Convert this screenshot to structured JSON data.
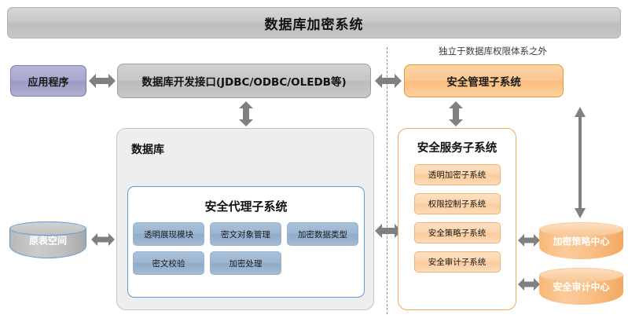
{
  "diagram": {
    "title": "数据库加密系统",
    "note": "独立于数据库权限体系之外",
    "app_box": "应用程序",
    "api_box": "数据库开发接口(JDBC/ODBC/OLEDB等)",
    "security_management": "安全管理子系统",
    "database_label": "数据库",
    "agent_subsystem": {
      "title": "安全代理子系统",
      "modules": [
        "透明展现模块",
        "密文对象管理",
        "加密数据类型",
        "密文校验",
        "加密处理"
      ]
    },
    "service_subsystem": {
      "title": "安全服务子系统",
      "items": [
        "透明加密子系统",
        "权限控制子系统",
        "安全策略子系统",
        "安全审计子系统"
      ]
    },
    "storage": {
      "source_tablespace": "原表空间",
      "policy_center": "加密策略中心",
      "audit_center": "安全审计中心"
    },
    "colors": {
      "title_bar": "#c6c6c6",
      "app_box": "#a9a9cf",
      "api_box": "#c6c6c6",
      "orange_accent": "#fabd7d",
      "orange_border": "#e8982f",
      "blue_module": "#9cb6d1",
      "blue_border": "#5b9bd5",
      "arrow_gray": "#808080",
      "database_panel": "#eeeeee"
    }
  }
}
